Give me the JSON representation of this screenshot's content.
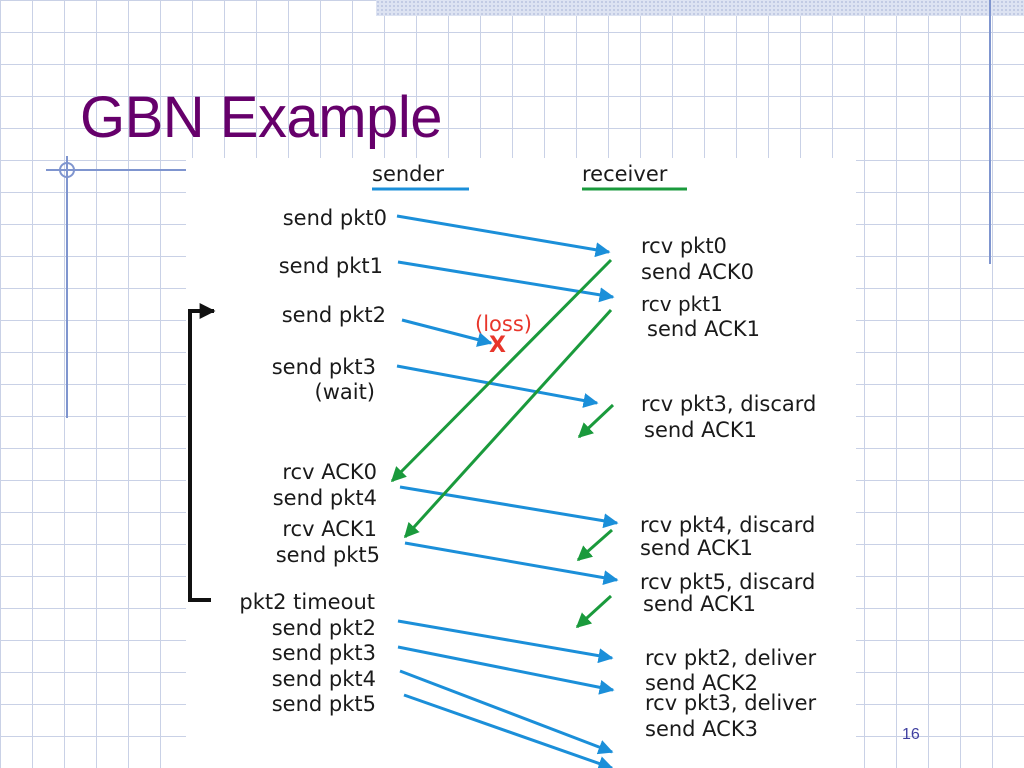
{
  "title": "GBN Example",
  "page_number": "16",
  "colors": {
    "title": "#66006b",
    "sender_blue": "#1b8fd9",
    "ack_green": "#1a9a3c",
    "loss_red": "#e8362b",
    "text": "#1a1a1a"
  },
  "headers": {
    "sender": "sender",
    "receiver": "receiver"
  },
  "sender_labels": [
    "send pkt0",
    "send pkt1",
    "send pkt2",
    "send pkt3",
    "(wait)",
    "rcv ACK0",
    "send pkt4",
    "rcv ACK1",
    "send pkt5",
    "pkt2 timeout",
    "send pkt2",
    "send pkt3",
    "send pkt4",
    "send pkt5"
  ],
  "receiver_labels": [
    "rcv pkt0",
    "send ACK0",
    "rcv pkt1",
    "send ACK1",
    "rcv pkt3, discard",
    "send ACK1",
    "rcv pkt4, discard",
    "send ACK1",
    "rcv pkt5, discard",
    "send ACK1",
    "rcv pkt2, deliver",
    "send ACK2",
    "rcv pkt3, deliver",
    "send ACK3"
  ],
  "loss": {
    "label": "(loss)",
    "mark": "X"
  }
}
